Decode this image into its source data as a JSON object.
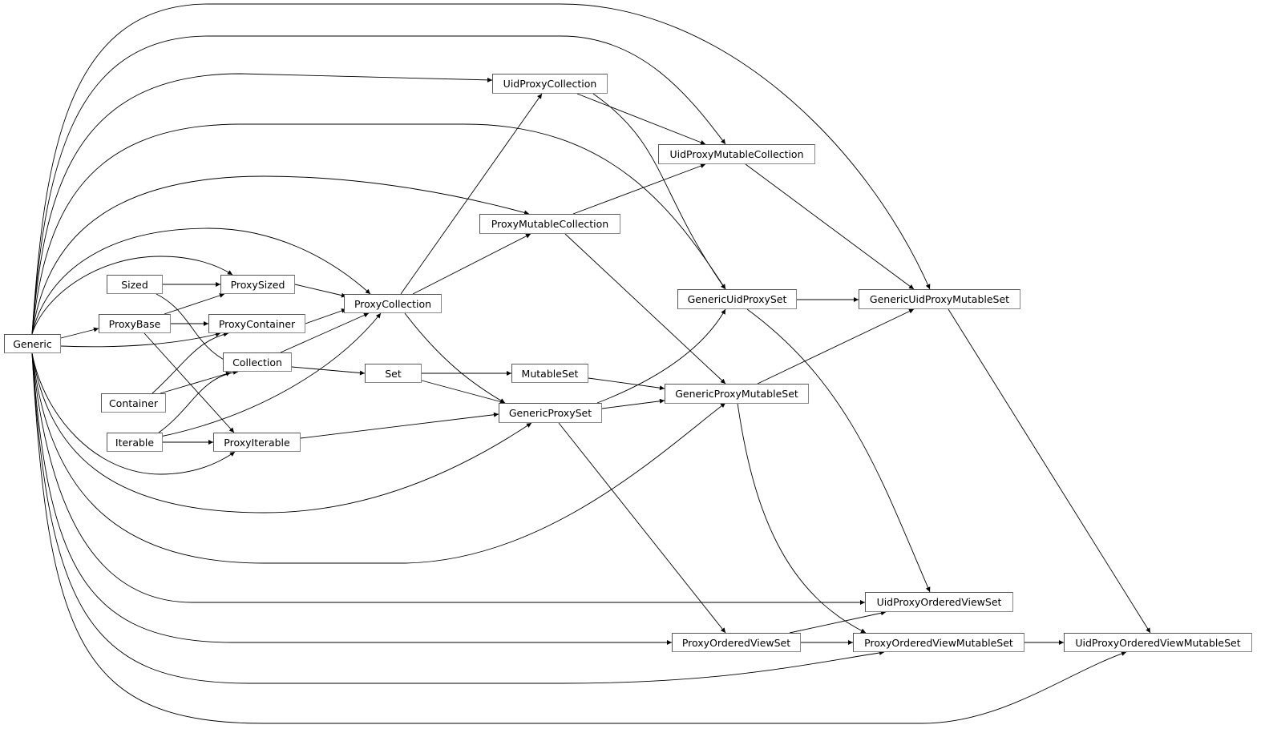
{
  "nodes": [
    {
      "id": "Generic",
      "label": "Generic"
    },
    {
      "id": "Sized",
      "label": "Sized"
    },
    {
      "id": "ProxyBase",
      "label": "ProxyBase"
    },
    {
      "id": "Container",
      "label": "Container"
    },
    {
      "id": "Iterable",
      "label": "Iterable"
    },
    {
      "id": "ProxySized",
      "label": "ProxySized"
    },
    {
      "id": "ProxyContainer",
      "label": "ProxyContainer"
    },
    {
      "id": "Collection",
      "label": "Collection"
    },
    {
      "id": "ProxyIterable",
      "label": "ProxyIterable"
    },
    {
      "id": "ProxyCollection",
      "label": "ProxyCollection"
    },
    {
      "id": "Set",
      "label": "Set"
    },
    {
      "id": "UidProxyCollection",
      "label": "UidProxyCollection"
    },
    {
      "id": "ProxyMutableCollection",
      "label": "ProxyMutableCollection"
    },
    {
      "id": "MutableSet",
      "label": "MutableSet"
    },
    {
      "id": "GenericProxySet",
      "label": "GenericProxySet"
    },
    {
      "id": "UidProxyMutableCollection",
      "label": "UidProxyMutableCollection"
    },
    {
      "id": "GenericUidProxySet",
      "label": "GenericUidProxySet"
    },
    {
      "id": "GenericProxyMutableSet",
      "label": "GenericProxyMutableSet"
    },
    {
      "id": "GenericUidProxyMutableSet",
      "label": "GenericUidProxyMutableSet"
    },
    {
      "id": "UidProxyOrderedViewSet",
      "label": "UidProxyOrderedViewSet"
    },
    {
      "id": "ProxyOrderedViewSet",
      "label": "ProxyOrderedViewSet"
    },
    {
      "id": "ProxyOrderedViewMutableSet",
      "label": "ProxyOrderedViewMutableSet"
    },
    {
      "id": "UidProxyOrderedViewMutableSet",
      "label": "UidProxyOrderedViewMutableSet"
    }
  ],
  "edges": [
    [
      "Generic",
      "GenericUidProxyMutableSet"
    ],
    [
      "Generic",
      "UidProxyMutableCollection"
    ],
    [
      "Generic",
      "UidProxyCollection"
    ],
    [
      "Generic",
      "GenericUidProxySet"
    ],
    [
      "Generic",
      "ProxyMutableCollection"
    ],
    [
      "Generic",
      "ProxyCollection"
    ],
    [
      "Generic",
      "ProxySized"
    ],
    [
      "Generic",
      "ProxyBase"
    ],
    [
      "Generic",
      "ProxyContainer"
    ],
    [
      "Generic",
      "ProxyIterable"
    ],
    [
      "Generic",
      "GenericProxySet"
    ],
    [
      "Generic",
      "GenericProxyMutableSet"
    ],
    [
      "Generic",
      "UidProxyOrderedViewSet"
    ],
    [
      "Generic",
      "ProxyOrderedViewSet"
    ],
    [
      "Generic",
      "ProxyOrderedViewMutableSet"
    ],
    [
      "Generic",
      "UidProxyOrderedViewMutableSet"
    ],
    [
      "Sized",
      "ProxySized"
    ],
    [
      "Sized",
      "Collection"
    ],
    [
      "ProxyBase",
      "ProxySized"
    ],
    [
      "ProxyBase",
      "ProxyContainer"
    ],
    [
      "ProxyBase",
      "ProxyIterable"
    ],
    [
      "Container",
      "ProxyContainer"
    ],
    [
      "Container",
      "Collection"
    ],
    [
      "Iterable",
      "Collection"
    ],
    [
      "Iterable",
      "ProxyCollection"
    ],
    [
      "Iterable",
      "ProxyIterable"
    ],
    [
      "ProxySized",
      "ProxyCollection"
    ],
    [
      "ProxyContainer",
      "ProxyCollection"
    ],
    [
      "Collection",
      "ProxyCollection"
    ],
    [
      "Collection",
      "Set"
    ],
    [
      "ProxyIterable",
      "GenericProxySet"
    ],
    [
      "ProxyCollection",
      "UidProxyCollection"
    ],
    [
      "ProxyCollection",
      "ProxyMutableCollection"
    ],
    [
      "ProxyCollection",
      "GenericProxySet"
    ],
    [
      "Set",
      "MutableSet"
    ],
    [
      "Set",
      "GenericProxySet"
    ],
    [
      "UidProxyCollection",
      "UidProxyMutableCollection"
    ],
    [
      "UidProxyCollection",
      "GenericUidProxySet"
    ],
    [
      "ProxyMutableCollection",
      "UidProxyMutableCollection"
    ],
    [
      "ProxyMutableCollection",
      "GenericProxyMutableSet"
    ],
    [
      "MutableSet",
      "GenericProxyMutableSet"
    ],
    [
      "GenericProxySet",
      "GenericUidProxySet"
    ],
    [
      "GenericProxySet",
      "GenericProxyMutableSet"
    ],
    [
      "GenericProxySet",
      "ProxyOrderedViewSet"
    ],
    [
      "UidProxyMutableCollection",
      "GenericUidProxyMutableSet"
    ],
    [
      "GenericUidProxySet",
      "GenericUidProxyMutableSet"
    ],
    [
      "GenericUidProxySet",
      "UidProxyOrderedViewSet"
    ],
    [
      "GenericProxyMutableSet",
      "GenericUidProxyMutableSet"
    ],
    [
      "GenericProxyMutableSet",
      "ProxyOrderedViewMutableSet"
    ],
    [
      "GenericUidProxyMutableSet",
      "UidProxyOrderedViewMutableSet"
    ],
    [
      "ProxyOrderedViewSet",
      "UidProxyOrderedViewSet"
    ],
    [
      "ProxyOrderedViewSet",
      "ProxyOrderedViewMutableSet"
    ],
    [
      "ProxyOrderedViewMutableSet",
      "UidProxyOrderedViewMutableSet"
    ]
  ]
}
